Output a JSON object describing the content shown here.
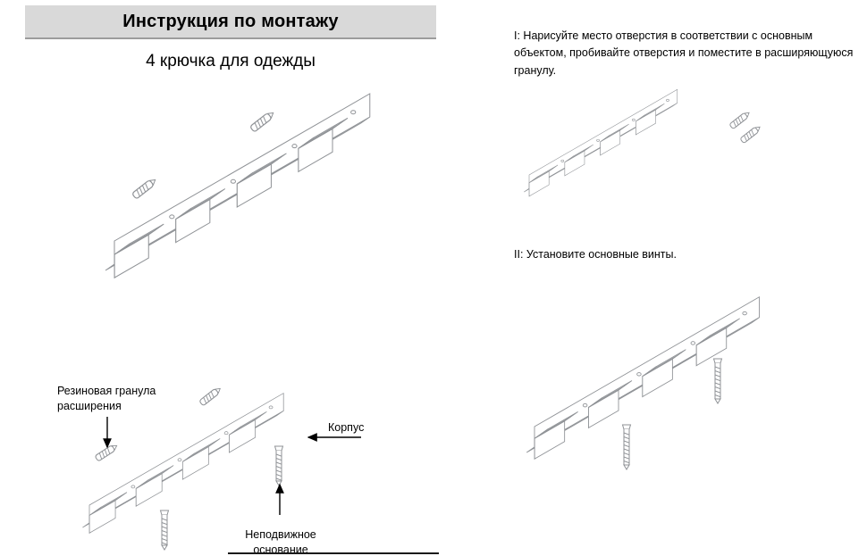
{
  "header": {
    "title": "Инструкция по монтажу"
  },
  "subtitle": "4 крючка для одежды",
  "steps": {
    "step1": "I: Нарисуйте место отверстия в соответствии с основным объектом, пробивайте отверстия и поместите в расширяющуюся гранулу.",
    "step2": "II: Установите основные винты."
  },
  "callouts": {
    "rubber_granule": "Резиновая гранула расширения",
    "body": "Корпус",
    "fixed_base": "Неподвижное основание"
  },
  "icons": {
    "rail": "hook-rail-drawing",
    "anchor": "expansion-anchor-icon",
    "screw": "screw-icon",
    "arrow": "arrow-icon"
  },
  "colors": {
    "header_bg": "#d9d9d9",
    "line": "#8f9296",
    "text": "#000000",
    "arrow": "#000000"
  }
}
